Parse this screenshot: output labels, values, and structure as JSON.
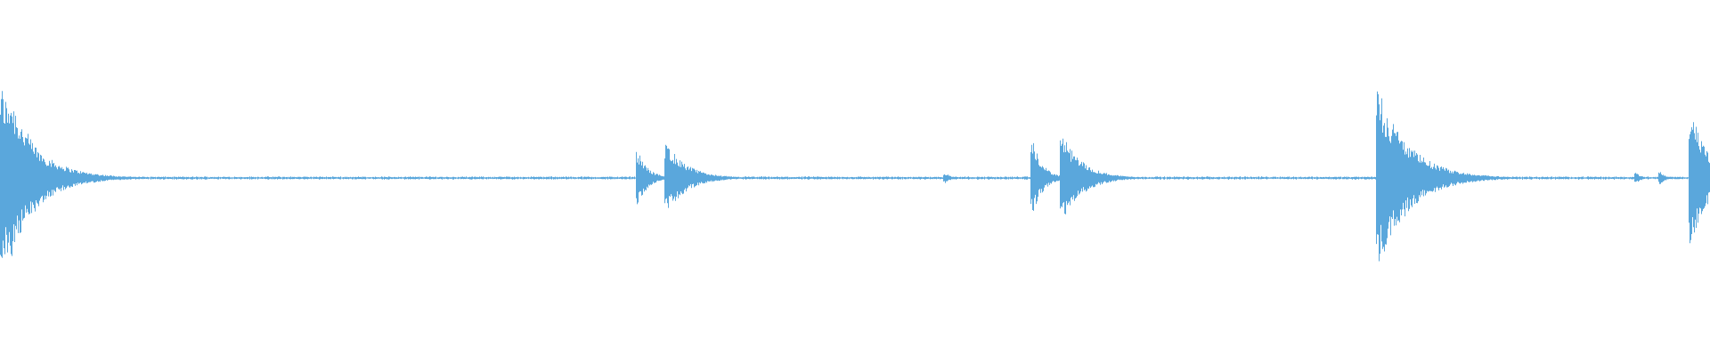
{
  "waveform": {
    "color": "#5aa7dc",
    "background": "#ffffff",
    "amplitude_range": [
      -1,
      1
    ],
    "baseline_amplitude": 0.012,
    "bursts": [
      {
        "position": 0.001,
        "peak": 0.9,
        "decay": 0.018
      },
      {
        "position": 0.006,
        "peak": 0.85,
        "decay": 0.015
      },
      {
        "position": 0.373,
        "peak": 0.26,
        "decay": 0.006
      },
      {
        "position": 0.39,
        "peak": 0.34,
        "decay": 0.012
      },
      {
        "position": 0.553,
        "peak": 0.05,
        "decay": 0.003
      },
      {
        "position": 0.604,
        "peak": 0.35,
        "decay": 0.006
      },
      {
        "position": 0.621,
        "peak": 0.43,
        "decay": 0.012
      },
      {
        "position": 0.806,
        "peak": 0.88,
        "decay": 0.018
      },
      {
        "position": 0.957,
        "peak": 0.05,
        "decay": 0.003
      },
      {
        "position": 0.971,
        "peak": 0.06,
        "decay": 0.003
      },
      {
        "position": 0.989,
        "peak": 0.66,
        "decay": 0.01
      }
    ]
  }
}
